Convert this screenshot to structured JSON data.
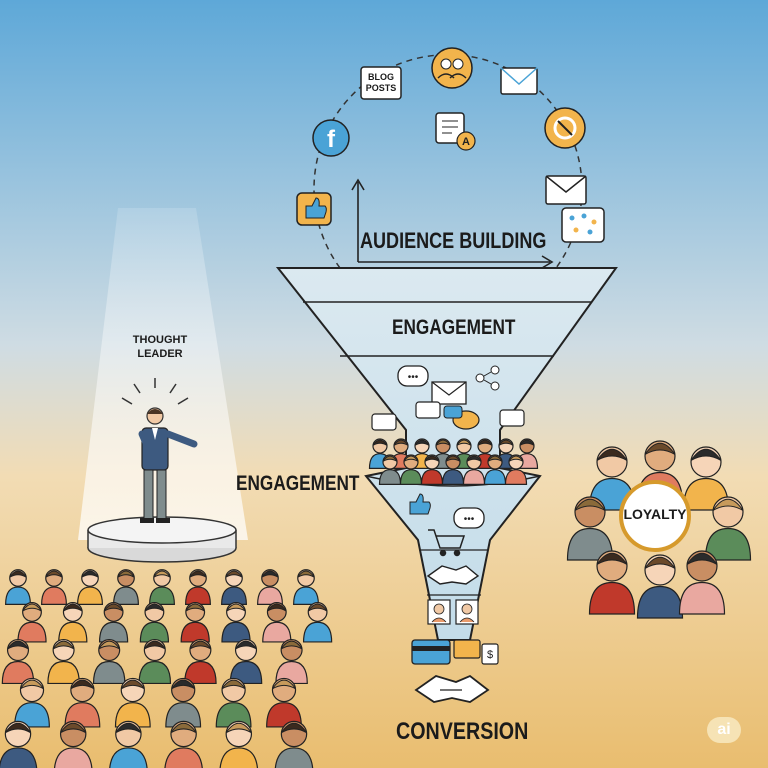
{
  "labels": {
    "audience_building": "AUDIENCE BUILDING",
    "engagement_top": "ENGAGEMENT",
    "engagement_side": "ENGAGEMENT",
    "conversion": "CONVERSION",
    "thought_leader_line1": "THOUGHT",
    "thought_leader_line2": "LEADER",
    "blog_line1": "BLOG",
    "blog_line2": "POSTS",
    "loyalty": "LOYALTY",
    "badge": "ai"
  },
  "icons": [
    "facebook-icon",
    "thumbs-up-icon",
    "blog-posts-icon",
    "community-icon",
    "mail-icon",
    "refresh-icon",
    "article-icon",
    "envelope-icon",
    "network-chat-icon",
    "chat-bubble-icon",
    "share-icon",
    "shopping-cart-icon",
    "handshake-icon",
    "credit-card-icon",
    "payment-icon"
  ],
  "colors": {
    "sky_top": "#6aaedb",
    "sand_bottom": "#e9c07a",
    "funnel_fill": "#cfe3ee",
    "funnel_stroke": "#2b2b2b",
    "icon_orange": "#f2b44c",
    "icon_blue": "#4aa3d6"
  }
}
